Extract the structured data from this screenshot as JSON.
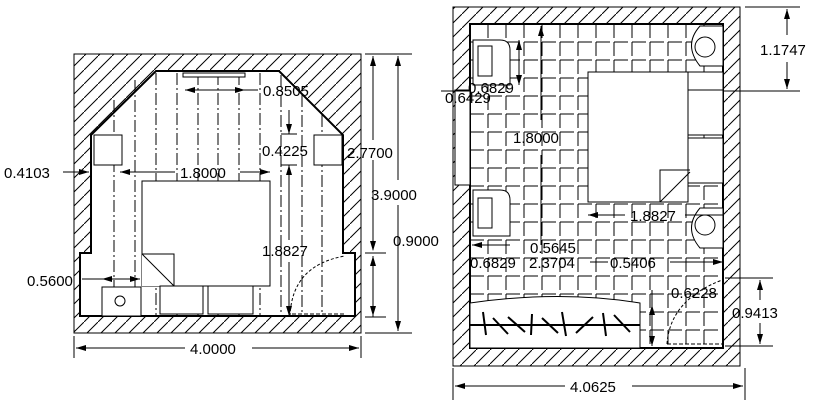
{
  "drawing": {
    "left_plan": {
      "overall_width": "4.0000",
      "overall_height": "3.9000",
      "interior_height": "2.7700",
      "door_opening": "0.9000",
      "top_fixture_width": "0.8505",
      "side_gap": "0.4225",
      "bed_width": "1.8000",
      "bed_length": "1.8827",
      "left_wall_gap": "0.4103",
      "nightstand_gap": "0.5600"
    },
    "right_plan": {
      "overall_width": "4.0625",
      "top_segment": "1.1747",
      "door_opening": "0.9413",
      "chair_depth_top": "0.6829",
      "chair_offset": "0.6429",
      "bed_width": "1.8000",
      "bed_length": "1.8827",
      "chair_gap": "0.5645",
      "chair_depth_bottom": "0.6829",
      "sofa_length": "2.3704",
      "right_gap": "0.5406",
      "door_swing": "0.6228"
    }
  }
}
